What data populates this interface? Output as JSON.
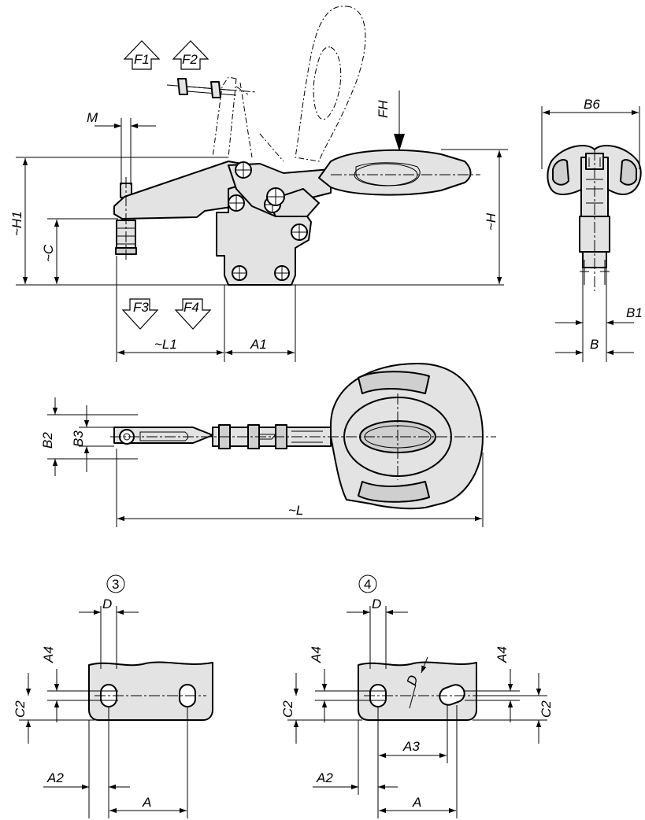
{
  "labels": {
    "F1": "F1",
    "F2": "F2",
    "F3": "F3",
    "F4": "F4",
    "FH": "FH",
    "M": "M",
    "H1": "~H1",
    "C": "~C",
    "H": "~H",
    "L1": "~L1",
    "A1": "A1",
    "B6": "B6",
    "B1": "B1",
    "B": "B",
    "B2": "B2",
    "B3": "B3",
    "L": "~L"
  },
  "variant3": {
    "marker": "3",
    "D": "D",
    "A4": "A4",
    "C2": "C2",
    "A2": "A2",
    "A": "A"
  },
  "variant4": {
    "marker": "4",
    "D_top": "D",
    "D_slot": "D",
    "A4_left": "A4",
    "A4_right": "A4",
    "C2_left": "C2",
    "C2_right": "C2",
    "A3": "A3",
    "A2": "A2",
    "A": "A"
  },
  "colors": {
    "part_fill": "#e3e3e3",
    "line": "#000000"
  }
}
